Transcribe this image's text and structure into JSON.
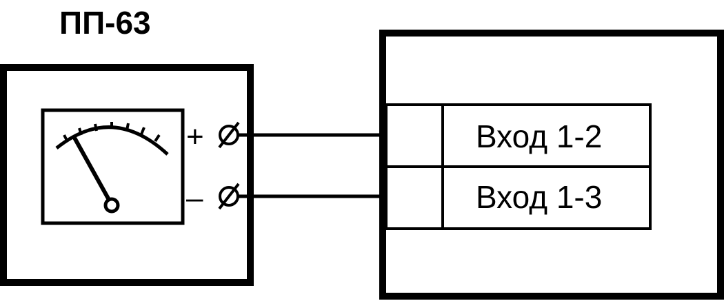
{
  "device": {
    "title": "ПП-63",
    "terminals": {
      "plus": {
        "sign": "+"
      },
      "minus": {
        "sign": "–"
      }
    }
  },
  "receiver": {
    "inputs": [
      {
        "label": "Вход 1-2"
      },
      {
        "label": "Вход 1-3"
      }
    ]
  },
  "icons": {
    "meter": "analog-meter-icon",
    "terminal": "terminal-screw-icon"
  },
  "colors": {
    "stroke": "#000000",
    "background": "#ffffff"
  }
}
